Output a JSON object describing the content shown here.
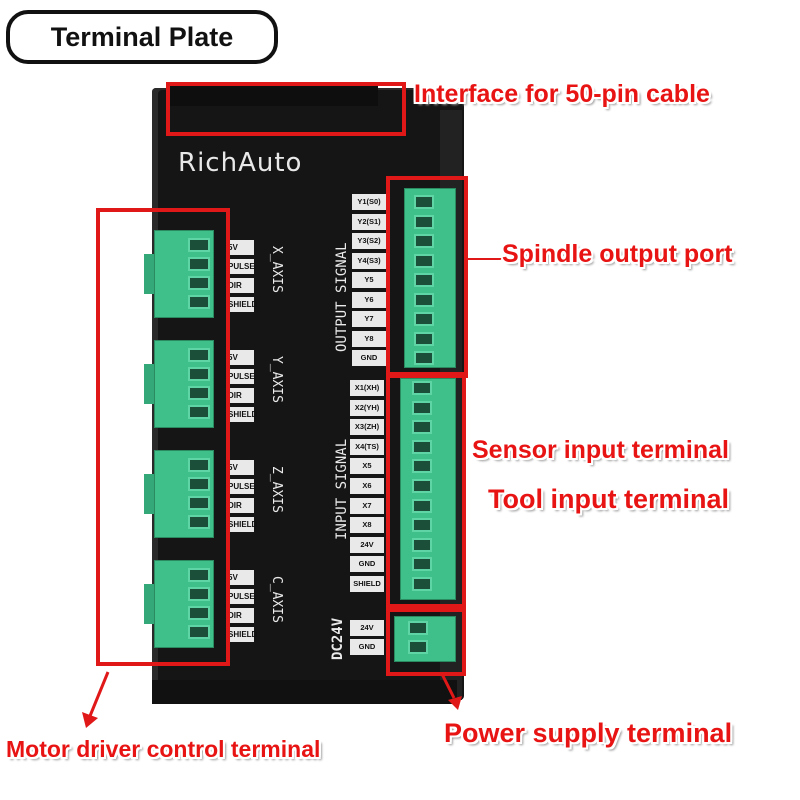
{
  "title": "Terminal Plate",
  "brand": "RichAuto",
  "callouts": {
    "interface": "Interface for 50-pin cable",
    "spindle": "Spindle output port",
    "sensor": "Sensor input terminal",
    "tool": "Tool input terminal",
    "power": "Power supply terminal",
    "motor": "Motor driver control terminal"
  },
  "axes": [
    {
      "name": "X_AXIS",
      "pins": [
        "5V",
        "PULSE",
        "DIR",
        "SHIELD"
      ]
    },
    {
      "name": "Y_AXIS",
      "pins": [
        "5V",
        "PULSE",
        "DIR",
        "SHIELD"
      ]
    },
    {
      "name": "Z_AXIS",
      "pins": [
        "5V",
        "PULSE",
        "DIR",
        "SHIELD"
      ]
    },
    {
      "name": "C_AXIS",
      "pins": [
        "5V",
        "PULSE",
        "DIR",
        "SHIELD"
      ]
    }
  ],
  "output_signal": {
    "label": "OUTPUT SIGNAL",
    "pins": [
      "Y1(S0)",
      "Y2(S1)",
      "Y3(S2)",
      "Y4(S3)",
      "Y5",
      "Y6",
      "Y7",
      "Y8",
      "GND"
    ]
  },
  "input_signal": {
    "label": "INPUT SIGNAL",
    "pins": [
      "X1(XH)",
      "X2(YH)",
      "X3(ZH)",
      "X4(TS)",
      "X5",
      "X6",
      "X7",
      "X8",
      "24V",
      "GND",
      "SHIELD"
    ]
  },
  "power": {
    "label": "DC24V",
    "pins": [
      "24V",
      "GND"
    ]
  },
  "colors": {
    "annotation_red": "#e01818",
    "terminal_green": "#3fbf8a",
    "board_black": "#151515"
  }
}
